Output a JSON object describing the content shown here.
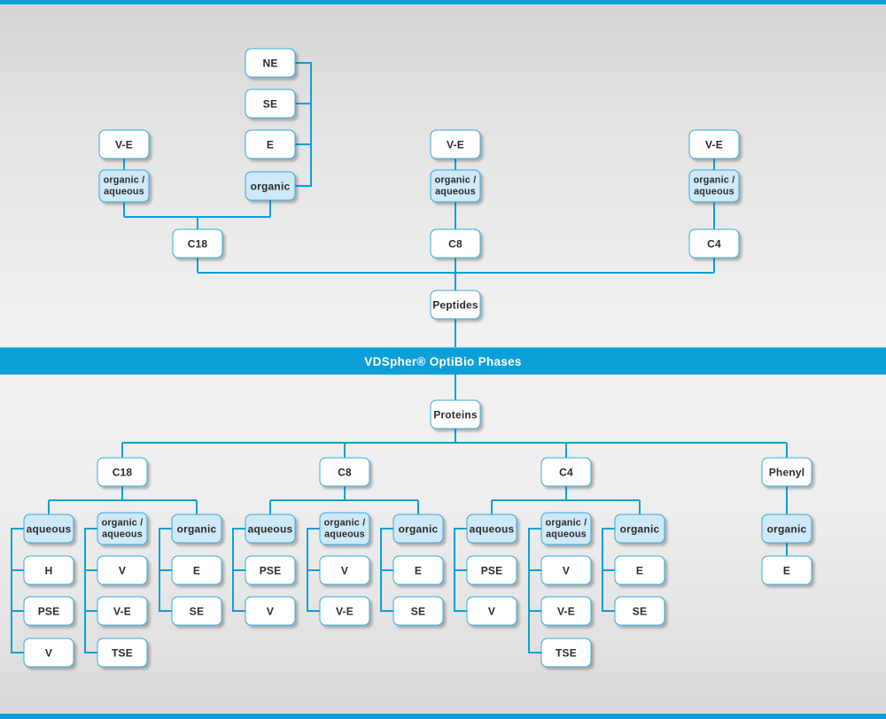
{
  "banner": {
    "title": "VDSpher® OptiBio Phases"
  },
  "colors": {
    "accent": "#0d9fd8",
    "box_border": "#34abdf",
    "box_fill": "#ffffff",
    "box_fill_highlight": "#cfe9f8",
    "text": "#2b2b2b",
    "banner_text": "#ffffff"
  },
  "peptides": {
    "root": "Peptides",
    "columns": [
      {
        "phase": "C18",
        "eluents": [
          {
            "label": "organic /\naqueous",
            "modes": [
              "V-E"
            ]
          },
          {
            "label": "organic",
            "modes": [
              "NE",
              "SE",
              "E"
            ]
          }
        ]
      },
      {
        "phase": "C8",
        "eluents": [
          {
            "label": "organic /\naqueous",
            "modes": [
              "V-E"
            ]
          }
        ]
      },
      {
        "phase": "C4",
        "eluents": [
          {
            "label": "organic /\naqueous",
            "modes": [
              "V-E"
            ]
          }
        ]
      }
    ]
  },
  "proteins": {
    "root": "Proteins",
    "columns": [
      {
        "phase": "C18",
        "eluents": [
          {
            "label": "aqueous",
            "modes": [
              "H",
              "PSE",
              "V"
            ]
          },
          {
            "label": "organic /\naqueous",
            "modes": [
              "V",
              "V-E",
              "TSE"
            ]
          },
          {
            "label": "organic",
            "modes": [
              "E",
              "SE"
            ]
          }
        ]
      },
      {
        "phase": "C8",
        "eluents": [
          {
            "label": "aqueous",
            "modes": [
              "PSE",
              "V"
            ]
          },
          {
            "label": "organic /\naqueous",
            "modes": [
              "V",
              "V-E"
            ]
          },
          {
            "label": "organic",
            "modes": [
              "E",
              "SE"
            ]
          }
        ]
      },
      {
        "phase": "C4",
        "eluents": [
          {
            "label": "aqueous",
            "modes": [
              "PSE",
              "V"
            ]
          },
          {
            "label": "organic /\naqueous",
            "modes": [
              "V",
              "V-E",
              "TSE"
            ]
          },
          {
            "label": "organic",
            "modes": [
              "E",
              "SE"
            ]
          }
        ]
      },
      {
        "phase": "Phenyl",
        "eluents": [
          {
            "label": "organic",
            "modes": [
              "E"
            ]
          }
        ]
      }
    ]
  }
}
